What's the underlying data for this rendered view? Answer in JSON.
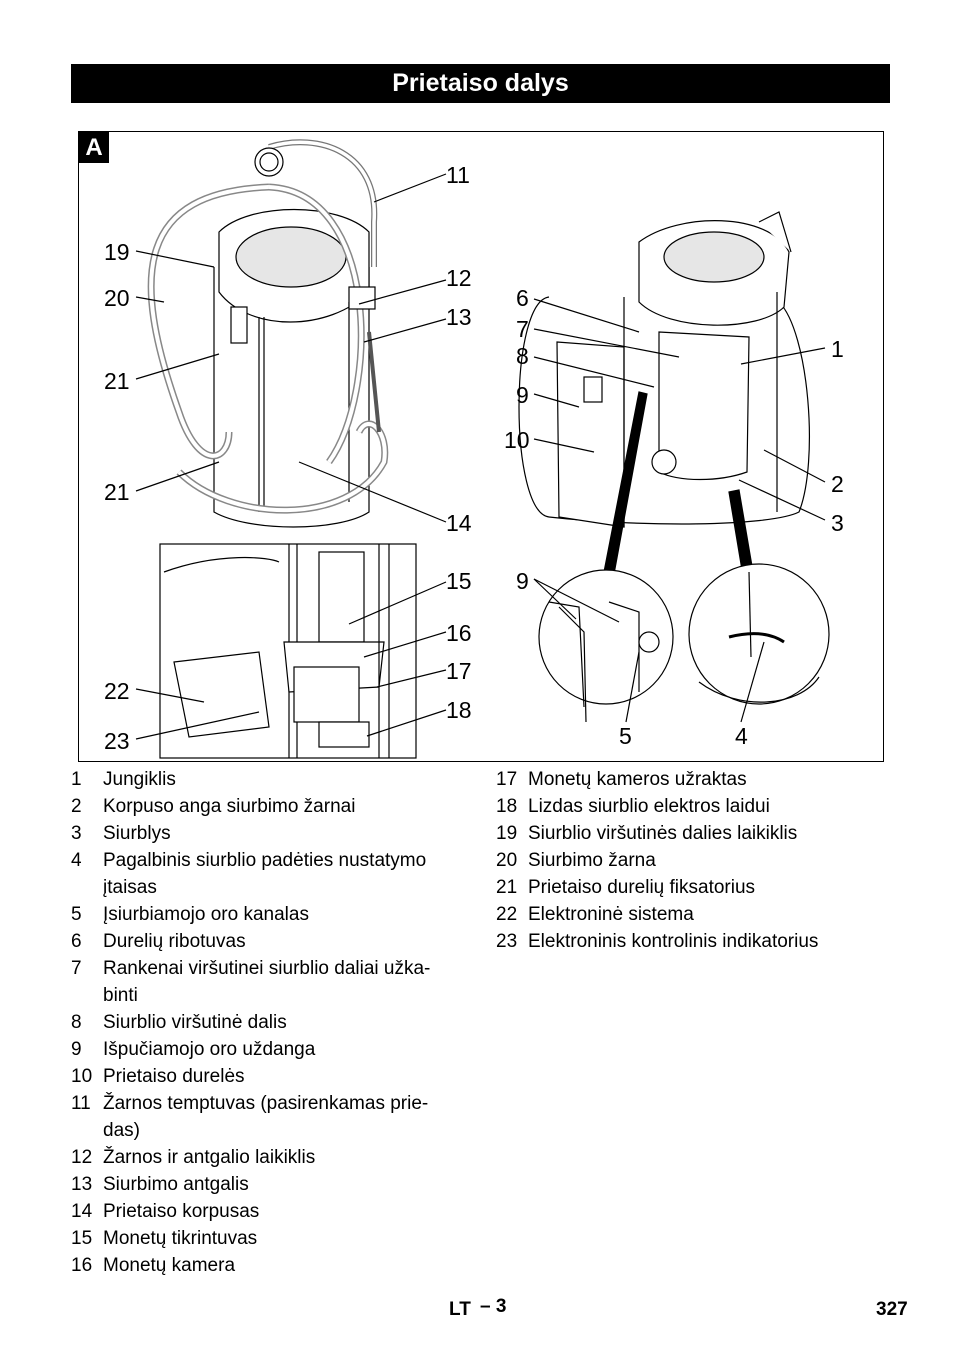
{
  "page_title": "Prietaiso dalys",
  "figure": {
    "badge": "A",
    "callouts": [
      "11",
      "19",
      "12",
      "20",
      "13",
      "6",
      "7",
      "1",
      "8",
      "9",
      "21",
      "10",
      "21",
      "2",
      "14",
      "3",
      "15",
      "9",
      "16",
      "17",
      "22",
      "18",
      "23",
      "5",
      "4"
    ]
  },
  "legend_left": [
    {
      "num": "1",
      "text": "Jungiklis"
    },
    {
      "num": "2",
      "text": "Korpuso anga siurbimo žarnai"
    },
    {
      "num": "3",
      "text": "Siurblys"
    },
    {
      "num": "4",
      "text": "Pagalbinis siurblio padėties nustatymo įtaisas"
    },
    {
      "num": "5",
      "text": "Įsiurbiamojo oro kanalas"
    },
    {
      "num": "6",
      "text": "Durelių ribotuvas"
    },
    {
      "num": "7",
      "text": "Rankenai viršutinei siurblio daliai užka-binti"
    },
    {
      "num": "8",
      "text": "Siurblio viršutinė dalis"
    },
    {
      "num": "9",
      "text": "Išpučiamojo oro uždanga"
    },
    {
      "num": "10",
      "text": "Prietaiso durelės"
    },
    {
      "num": "11",
      "text": "Žarnos temptuvas (pasirenkamas prie-das)"
    },
    {
      "num": "12",
      "text": "Žarnos ir antgalio laikiklis"
    },
    {
      "num": "13",
      "text": "Siurbimo antgalis"
    },
    {
      "num": "14",
      "text": "Prietaiso korpusas"
    },
    {
      "num": "15",
      "text": "Monetų tikrintuvas"
    },
    {
      "num": "16",
      "text": "Monetų kamera"
    }
  ],
  "legend_right": [
    {
      "num": "17",
      "text": "Monetų kameros užraktas"
    },
    {
      "num": "18",
      "text": "Lizdas siurblio elektros laidui"
    },
    {
      "num": "19",
      "text": "Siurblio viršutinės dalies laikiklis"
    },
    {
      "num": "20",
      "text": "Siurbimo žarna"
    },
    {
      "num": "21",
      "text": "Prietaiso durelių fiksatorius"
    },
    {
      "num": "22",
      "text": "Elektroninė sistema"
    },
    {
      "num": "23",
      "text": "Elektroninis kontrolinis indikatorius"
    }
  ],
  "footer": {
    "lang": "LT",
    "page_label": "– 3",
    "page_number": "327"
  }
}
